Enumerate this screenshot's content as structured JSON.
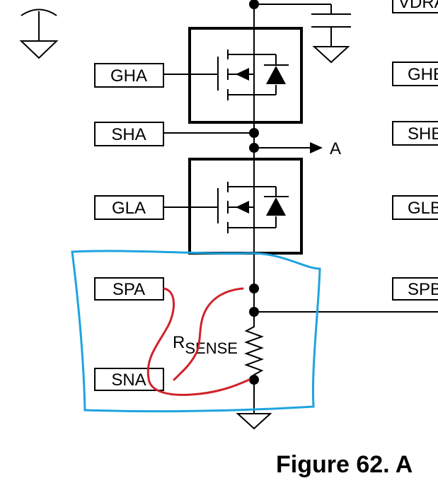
{
  "pins_left": {
    "gha": "GHA",
    "sha": "SHA",
    "gla": "GLA",
    "spa": "SPA",
    "sna": "SNA"
  },
  "pins_right": {
    "vdra": "VDRA",
    "ghb": "GHB",
    "shb": "SHB",
    "glb": "GLB",
    "spb": "SPB"
  },
  "node_label": "A",
  "resistor_label": {
    "main": "R",
    "sub": "SENSE"
  },
  "caption": "Figure 62.  A",
  "colors": {
    "wire": "#000000",
    "highlight_box": "#1fa3df",
    "annotation_scribble": "#d0222a"
  }
}
